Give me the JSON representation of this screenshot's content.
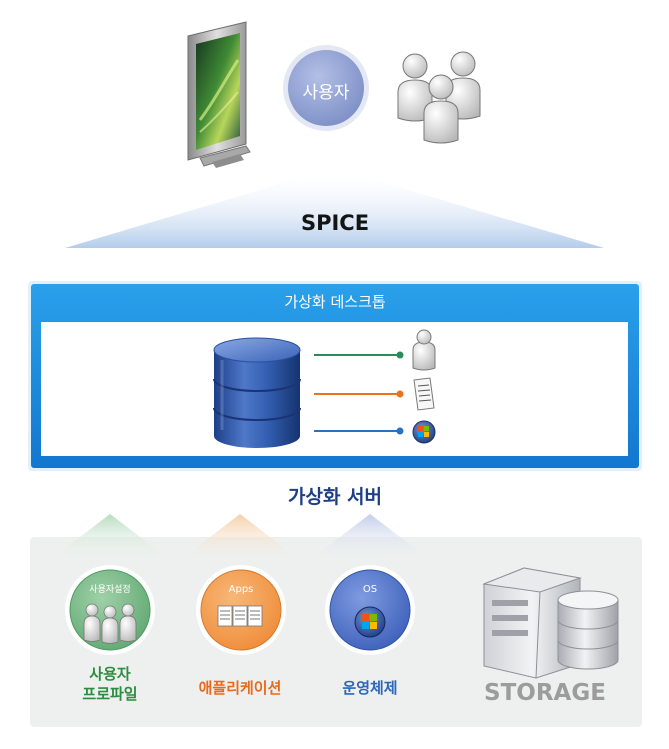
{
  "top": {
    "user_circle_label": "사용자",
    "protocol_label": "SPICE"
  },
  "virtual_desktop": {
    "title": "가상화 데스크톱",
    "links": [
      {
        "target": "user-icon",
        "color": "#2e8a57"
      },
      {
        "target": "document-icon",
        "color": "#e8731f"
      },
      {
        "target": "windows-icon",
        "color": "#2d6fc0"
      }
    ]
  },
  "server_label": "가상화 서버",
  "bottom": {
    "profile": {
      "circle_label": "사용자설정",
      "caption_line1": "사용자",
      "caption_line2": "프로파일",
      "color": "#2b8d3f"
    },
    "apps": {
      "circle_label": "Apps",
      "caption": "애플리케이션",
      "color": "#e86a1f"
    },
    "os": {
      "circle_label": "OS",
      "caption": "운영체제",
      "color": "#2f66b8"
    },
    "storage_label": "STORAGE"
  },
  "colors": {
    "frame_blue": "#1a8fe0",
    "user_circle": "#8f9fd0",
    "server_label": "#1e3f86",
    "panel_bg": "#edf0ee"
  }
}
